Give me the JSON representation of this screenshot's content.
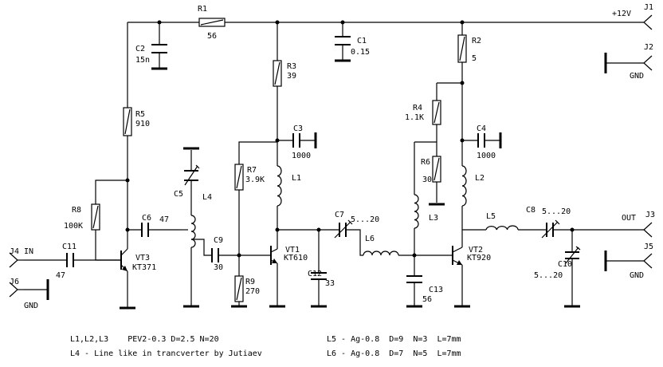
{
  "labels": {
    "R1": "R1",
    "R1v": "56",
    "J1": "J1",
    "v12": "+12V",
    "C2": "C2",
    "C2v": "15n",
    "R3": "R3",
    "R3v": "39",
    "C1": "C1",
    "C1v": "0.15",
    "R2": "R2",
    "R2v": "5",
    "J2": "J2",
    "J2g": "GND",
    "R5": "R5",
    "R5v": "910",
    "C3": "C3",
    "C3v": "1000",
    "R4": "R4",
    "R4v": "1.1K",
    "C4": "C4",
    "C4v": "1000",
    "R7": "R7",
    "R7v": "3.9K",
    "L1": "L1",
    "R6": "R6",
    "R6v": "30",
    "L2": "L2",
    "C5": "C5",
    "L4": "L4",
    "R8": "R8",
    "R8v": "100K",
    "C6": "C6",
    "C6v": "47",
    "C7": "C7",
    "C7v": "5...20",
    "L3": "L3",
    "L5": "L5",
    "C8": "C8",
    "C8v": "5...20",
    "OUT": "OUT",
    "J3": "J3",
    "J4": "J4",
    "IN": "IN",
    "C11": "C11",
    "C11v": "47",
    "VT3": "VT3",
    "VT3t": "KT371",
    "C9": "C9",
    "C9v": "30",
    "VT1": "VT1",
    "VT1t": "KT610",
    "L6": "L6",
    "VT2": "VT2",
    "VT2t": "KT920",
    "J5": "J5",
    "J5g": "GND",
    "C12": "C12",
    "C12v": "33",
    "C10": "C10",
    "C10v": "5...20",
    "J6": "J6",
    "J6g": "GND",
    "R9": "R9",
    "R9v": "270",
    "C13": "C13",
    "C13v": "56"
  },
  "notes": {
    "n1": "L1,L2,L3    PEV2-0.3 D=2.5 N=20",
    "n2": "L4 - Line like in trancverter by Jutiaev",
    "n3": "L5 - Ag-0.8  D=9  N=3  L=7mm",
    "n4": "L6 - Ag-0.8  D=7  N=5  L=7mm"
  }
}
